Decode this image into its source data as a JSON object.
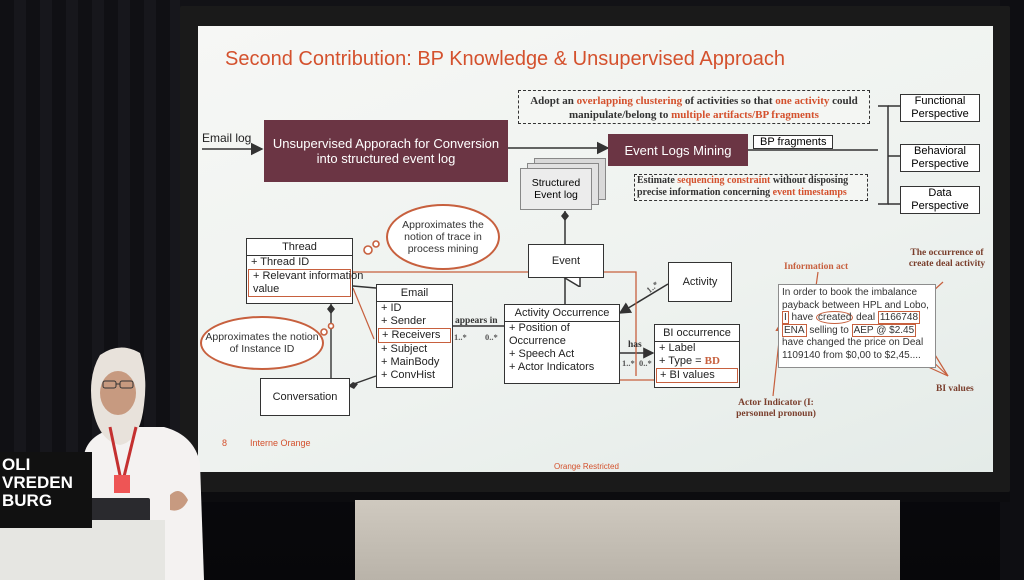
{
  "slide": {
    "title": "Second Contribution: BP Knowledge  & Unsupervised Approach",
    "email_log_label": "Email log",
    "conversion_box": "Unsupervised Apporach for Conversion into structured event log",
    "structured_event_log": "Structured Event log",
    "mining_box": "Event Logs Mining",
    "bp_fragments": "BP fragments",
    "clustering_note": {
      "part1": "Adopt an ",
      "hl1": "overlapping clustering",
      "part2": " of activities so that ",
      "hl2": "one activity",
      "part3": " could manipulate/belong to ",
      "hl3": "multiple artifacts/BP fragments"
    },
    "sequencing_note": {
      "part1": "Estimate ",
      "hl1": "sequencing constraint",
      "part2": " without disposing precise information concerning ",
      "hl2": "event timestamps"
    },
    "perspectives": [
      "Functional Perspective",
      "Behavioral Perspective",
      "Data Perspective"
    ],
    "event_box": "Event",
    "activity_box": "Activity",
    "thread": {
      "title": "Thread",
      "rows": [
        "+ Thread ID",
        "+ Relevant information",
        "value"
      ]
    },
    "email": {
      "title": "Email",
      "rows": [
        "+ ID",
        "+ Sender",
        "+ Receivers",
        "+ Subject",
        "+ MainBody",
        "+ ConvHist"
      ]
    },
    "activity_occurrence": {
      "title": "Activity Occurrence",
      "rows": [
        "+ Position of",
        "Occurrence",
        "+ Speech Act",
        "+ Actor Indicators"
      ]
    },
    "bi_occurrence": {
      "title": "BI occurrence",
      "rows": [
        "+ Label",
        "+ Type = ",
        "BD",
        "+ BI values"
      ]
    },
    "conversation_box": "Conversation",
    "cloud_trace": "Approximates the notion of trace in process mining",
    "cloud_instance": "Approximates the notion of Instance ID",
    "appears_in": "appears in",
    "has": "has",
    "mult": {
      "one_many_a": "1..*",
      "zero_many_a": "0..*",
      "one_many_b": "1..*",
      "zero_many_b": "0..*",
      "one_many_c": "1..*"
    },
    "information_act": "Information act",
    "occurrence_note": "The occurrence of create deal activity",
    "bi_values_label": "BI values",
    "actor_indicator": "Actor Indicator (I: personnel pronoun)",
    "email_sample": {
      "l1": "In order to book the imbalance",
      "l2": "payback between HPL and Lobo,",
      "l3a": "I",
      "l3b": " have ",
      "l3c": "created",
      "l3d": " deal ",
      "l3e": "1166748",
      "l4a": "ENA",
      "l4b": " selling to ",
      "l4c": "AEP @ $2.45",
      "l5": "have changed the price on Deal",
      "l6": "1109140 from $0,00 to $2,45...."
    },
    "page_number": "8",
    "footer_left": "Interne Orange",
    "footer_center": "Orange Restricted"
  },
  "podium_sign": [
    "OLI",
    "VREDEN",
    "BURG"
  ]
}
